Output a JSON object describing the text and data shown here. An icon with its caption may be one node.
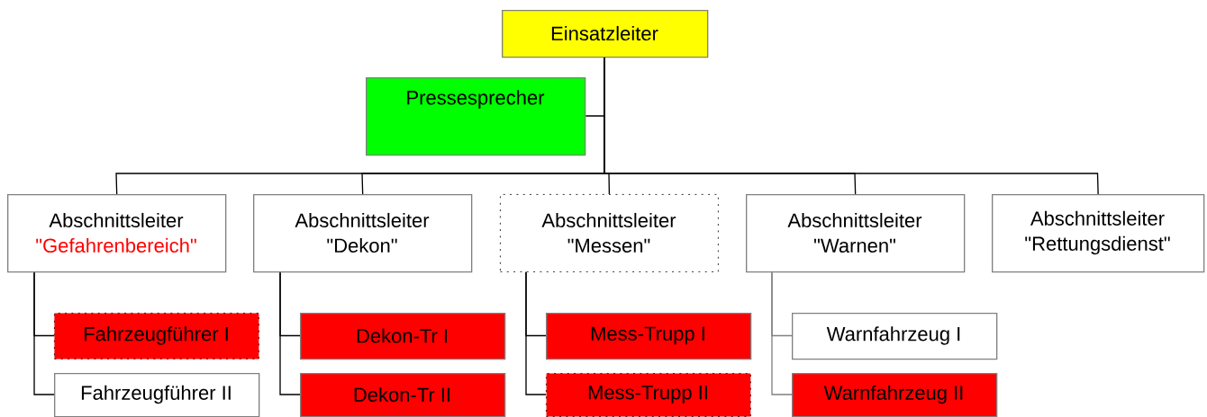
{
  "diagram": {
    "nodes": [
      {
        "text": [
          "Einsatzleiter"
        ]
      },
      {
        "text": [
          "Pressesprecher"
        ]
      },
      {
        "text": [
          "Abschnittsleiter",
          "\"Gefahrenbereich\""
        ]
      },
      {
        "text": [
          "Abschnittsleiter",
          "\"Dekon\""
        ]
      },
      {
        "text": [
          "Abschnittsleiter",
          "\"Messen\""
        ]
      },
      {
        "text": [
          "Abschnittsleiter",
          "\"Warnen\""
        ]
      },
      {
        "text": [
          "Abschnittsleiter",
          "\"Rettungsdienst\""
        ]
      },
      {
        "text": [
          "Fahrzeugführer I"
        ]
      },
      {
        "text": [
          "Fahrzeugführer II"
        ]
      },
      {
        "text": [
          "Dekon-Tr I"
        ]
      },
      {
        "text": [
          "Dekon-Tr II"
        ]
      },
      {
        "text": [
          "Mess-Trupp I"
        ]
      },
      {
        "text": [
          "Mess-Trupp II"
        ]
      },
      {
        "text": [
          "Warnfahrzeug I"
        ]
      },
      {
        "text": [
          "Warnfahrzeug II"
        ]
      }
    ],
    "edges": [
      {
        "from": 0,
        "to": 1,
        "arrow": "none"
      },
      {
        "from": 0,
        "to": 2,
        "arrow": "none"
      },
      {
        "from": 0,
        "to": 3,
        "arrow": "none"
      },
      {
        "from": 0,
        "to": 4,
        "arrow": "none"
      },
      {
        "from": 0,
        "to": 5,
        "arrow": "none"
      },
      {
        "from": 0,
        "to": 6,
        "arrow": "none"
      },
      {
        "from": 2,
        "to": 7,
        "arrow": "none"
      },
      {
        "from": 2,
        "to": 8,
        "arrow": "none"
      },
      {
        "from": 3,
        "to": 9,
        "arrow": "none"
      },
      {
        "from": 3,
        "to": 10,
        "arrow": "none"
      },
      {
        "from": 4,
        "to": 11,
        "arrow": "none"
      },
      {
        "from": 4,
        "to": 12,
        "arrow": "none"
      },
      {
        "from": 5,
        "to": 13,
        "arrow": "none",
        "color": "#808080"
      },
      {
        "from": 5,
        "to": 14,
        "arrow": "none",
        "color": "#808080"
      }
    ]
  }
}
